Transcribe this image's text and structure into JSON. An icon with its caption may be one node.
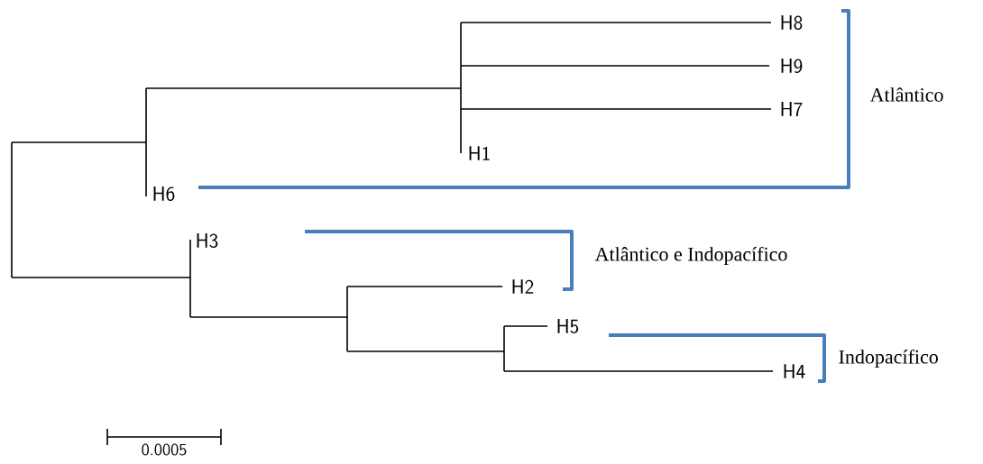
{
  "diagram": {
    "labels": [
      "H8",
      "H9",
      "Atlântico",
      "H7",
      "H1",
      "H6",
      "H3",
      "Atlântico e Indopacífico",
      "H2",
      "H5",
      "Indopacífico",
      "H4",
      "0.0005"
    ]
  }
}
